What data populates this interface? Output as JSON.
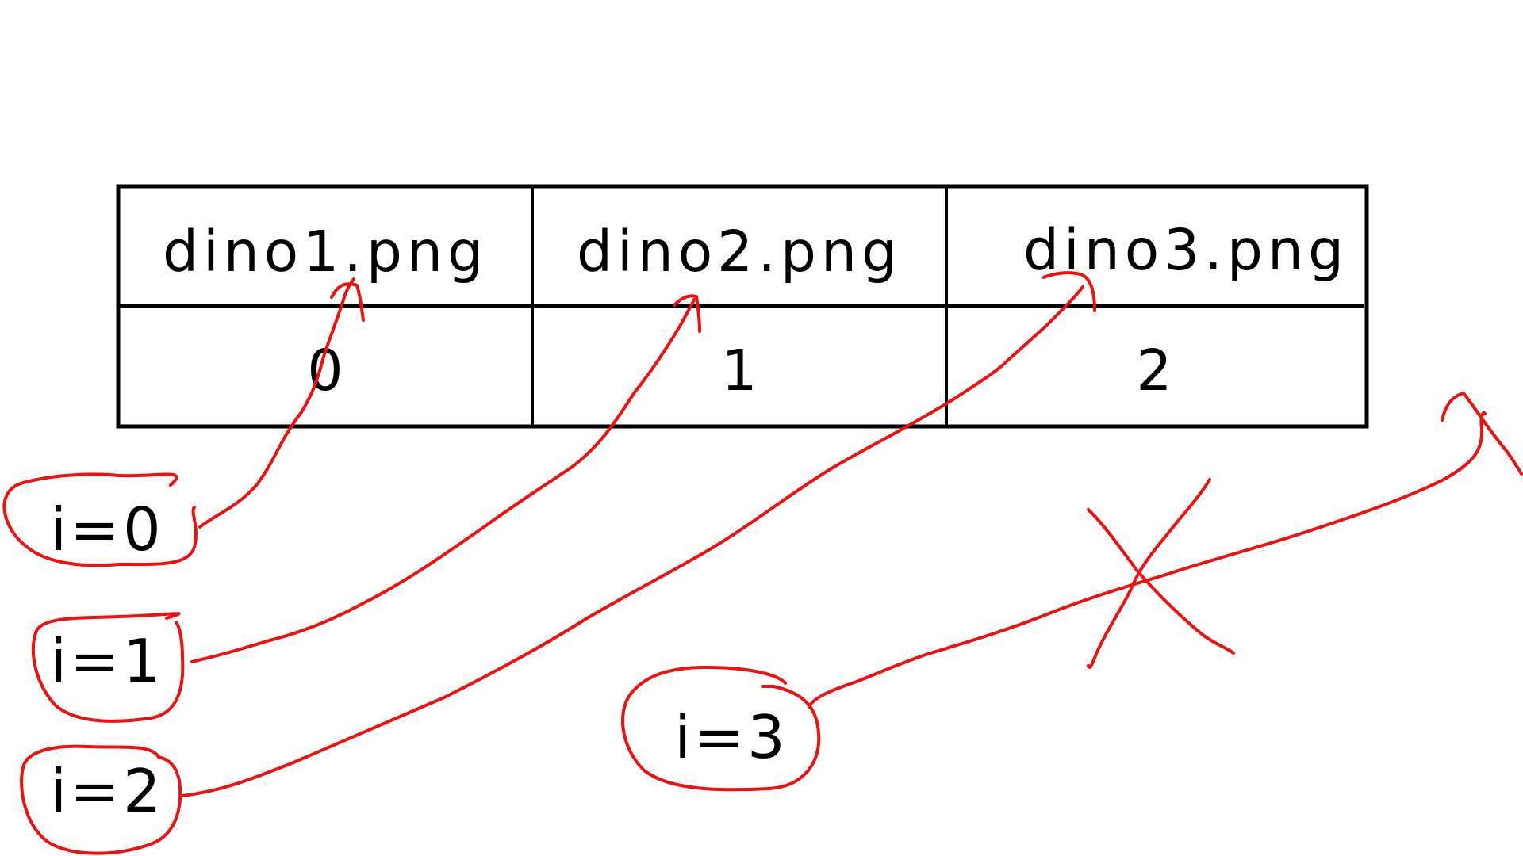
{
  "table": {
    "filenames": [
      "dino1.png",
      "dino2.png",
      "dino3.png"
    ],
    "indices": [
      "0",
      "1",
      "2"
    ]
  },
  "labels": [
    "i=0",
    "i=1",
    "i=2",
    "i=3"
  ],
  "colors": {
    "ink": "#ee1111",
    "text": "#000000",
    "grid": "#000000",
    "background": "#ffffff"
  }
}
